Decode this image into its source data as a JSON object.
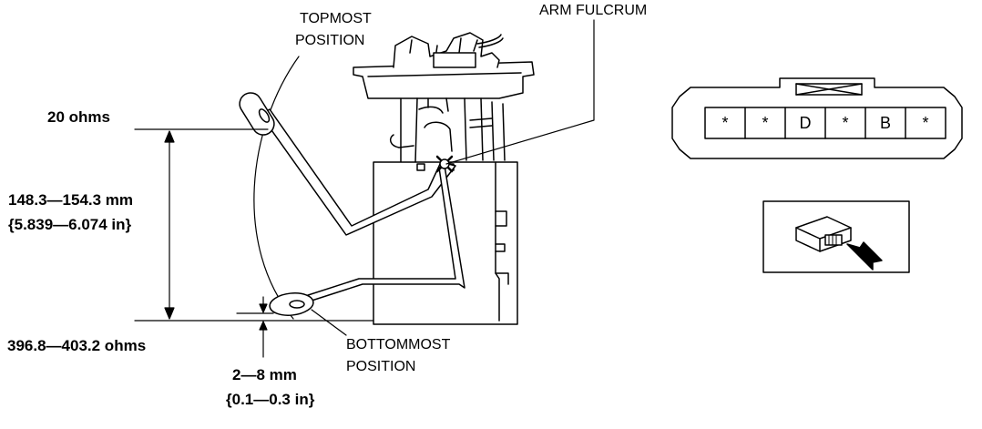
{
  "labels": {
    "topmost": [
      "TOPMOST",
      "POSITION"
    ],
    "arm_fulcrum": "ARM FULCRUM",
    "bottommost": [
      "BOTTOMMOST",
      "POSITION"
    ],
    "ohms_top": "20 ohms",
    "height_mm": "148.3—154.3 mm",
    "height_in": "{5.839—6.074 in}",
    "ohms_bottom": "396.8—403.2 ohms",
    "gap_mm": "2—8 mm",
    "gap_in": "{0.1—0.3 in}"
  },
  "connector": {
    "pins": [
      "*",
      "*",
      "D",
      "*",
      "B",
      "*"
    ]
  },
  "icons": {
    "connector_view": "connector-with-arrow-icon"
  }
}
